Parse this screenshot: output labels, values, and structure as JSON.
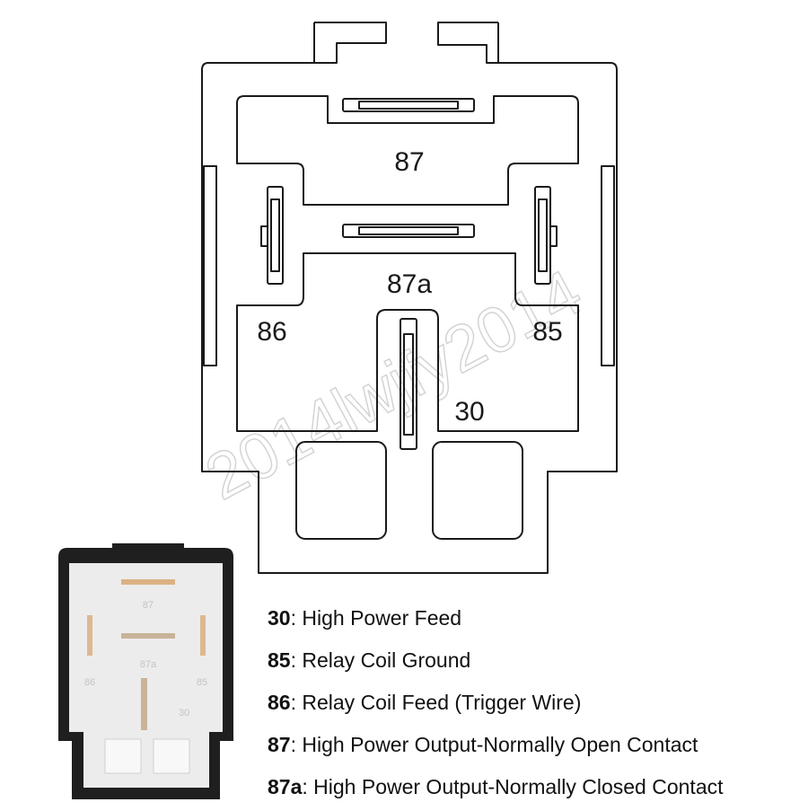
{
  "diagram": {
    "pin_labels": {
      "p87": "87",
      "p87a": "87a",
      "p86": "86",
      "p85": "85",
      "p30": "30"
    },
    "watermark": "2014lwjfy2014"
  },
  "photo": {
    "labels": {
      "p87": "87",
      "p87a": "87a",
      "p86": "86",
      "p85": "85",
      "p30": "30"
    }
  },
  "legend": [
    {
      "pin": "30",
      "sep": ": ",
      "desc": "High Power Feed"
    },
    {
      "pin": "85",
      "sep": ": ",
      "desc": "Relay Coil Ground"
    },
    {
      "pin": "86",
      "sep": ": ",
      "desc": "Relay Coil Feed (Trigger Wire)"
    },
    {
      "pin": "87",
      "sep": ": ",
      "desc": "High Power Output-Normally Open Contact"
    },
    {
      "pin": "87a",
      "sep": ": ",
      "desc": "High Power Output-Normally Closed Contact"
    }
  ],
  "colors": {
    "line": "#1a1a1a",
    "photo_body": "#1f1f1f",
    "photo_face": "#ececec",
    "pin_highlight": "#d7a36a"
  }
}
